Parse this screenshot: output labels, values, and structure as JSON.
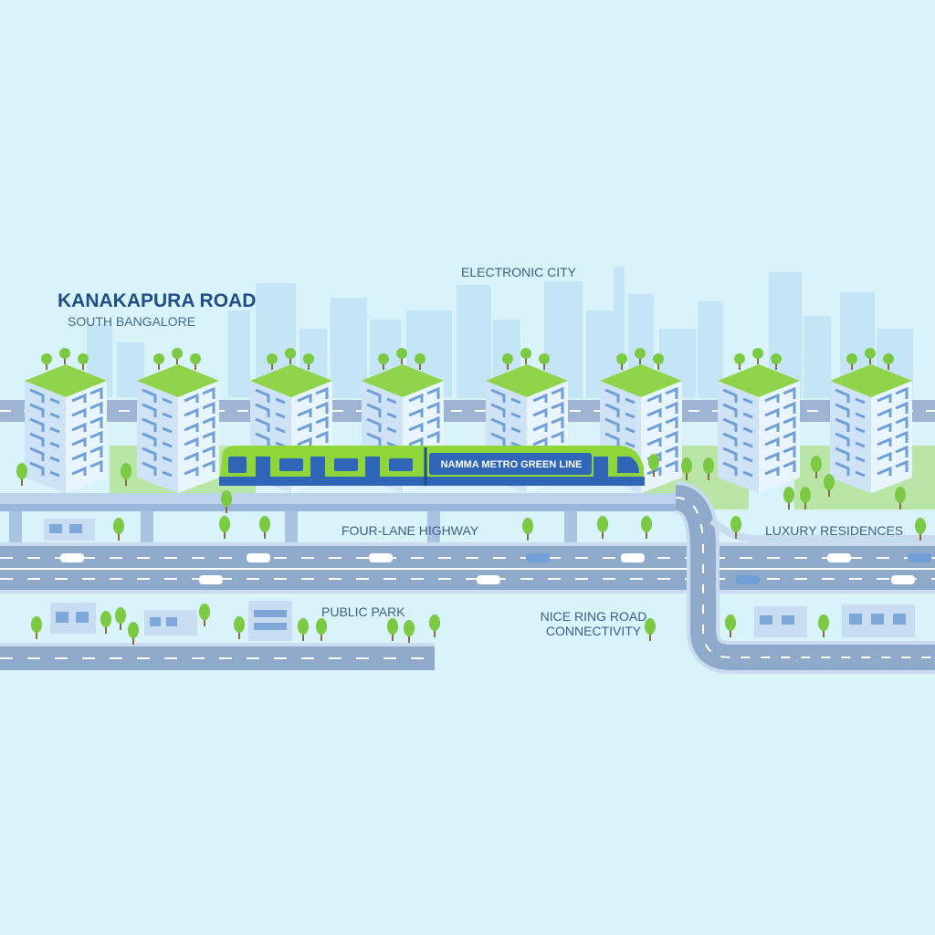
{
  "header": {
    "title": "KANAKAPURA ROAD",
    "subtitle": "SOUTH BANGALORE"
  },
  "labels": {
    "electronic_city": "ELECTRONIC CITY",
    "highway": "FOUR-LANE HIGHWAY",
    "residences": "LUXURY RESIDENCES",
    "park": "PUBLIC PARK",
    "ring_road_line1": "NICE RING ROAD",
    "ring_road_line2": "CONNECTIVITY"
  },
  "train": {
    "name": "NAMMA METRO GREEN LINE"
  },
  "colors": {
    "background": "#d9f3fb",
    "skyline": "#bfe3f4",
    "road": "#8fa9cb",
    "lane_mark": "#ffffff",
    "building": "#e9f5fd",
    "building_pattern": "#6f9fd6",
    "roof_garden": "#8fd44a",
    "tree": "#7cc943",
    "train_green": "#8fd63a",
    "train_blue": "#2f66b8",
    "text_dark": "#1f4f86"
  }
}
